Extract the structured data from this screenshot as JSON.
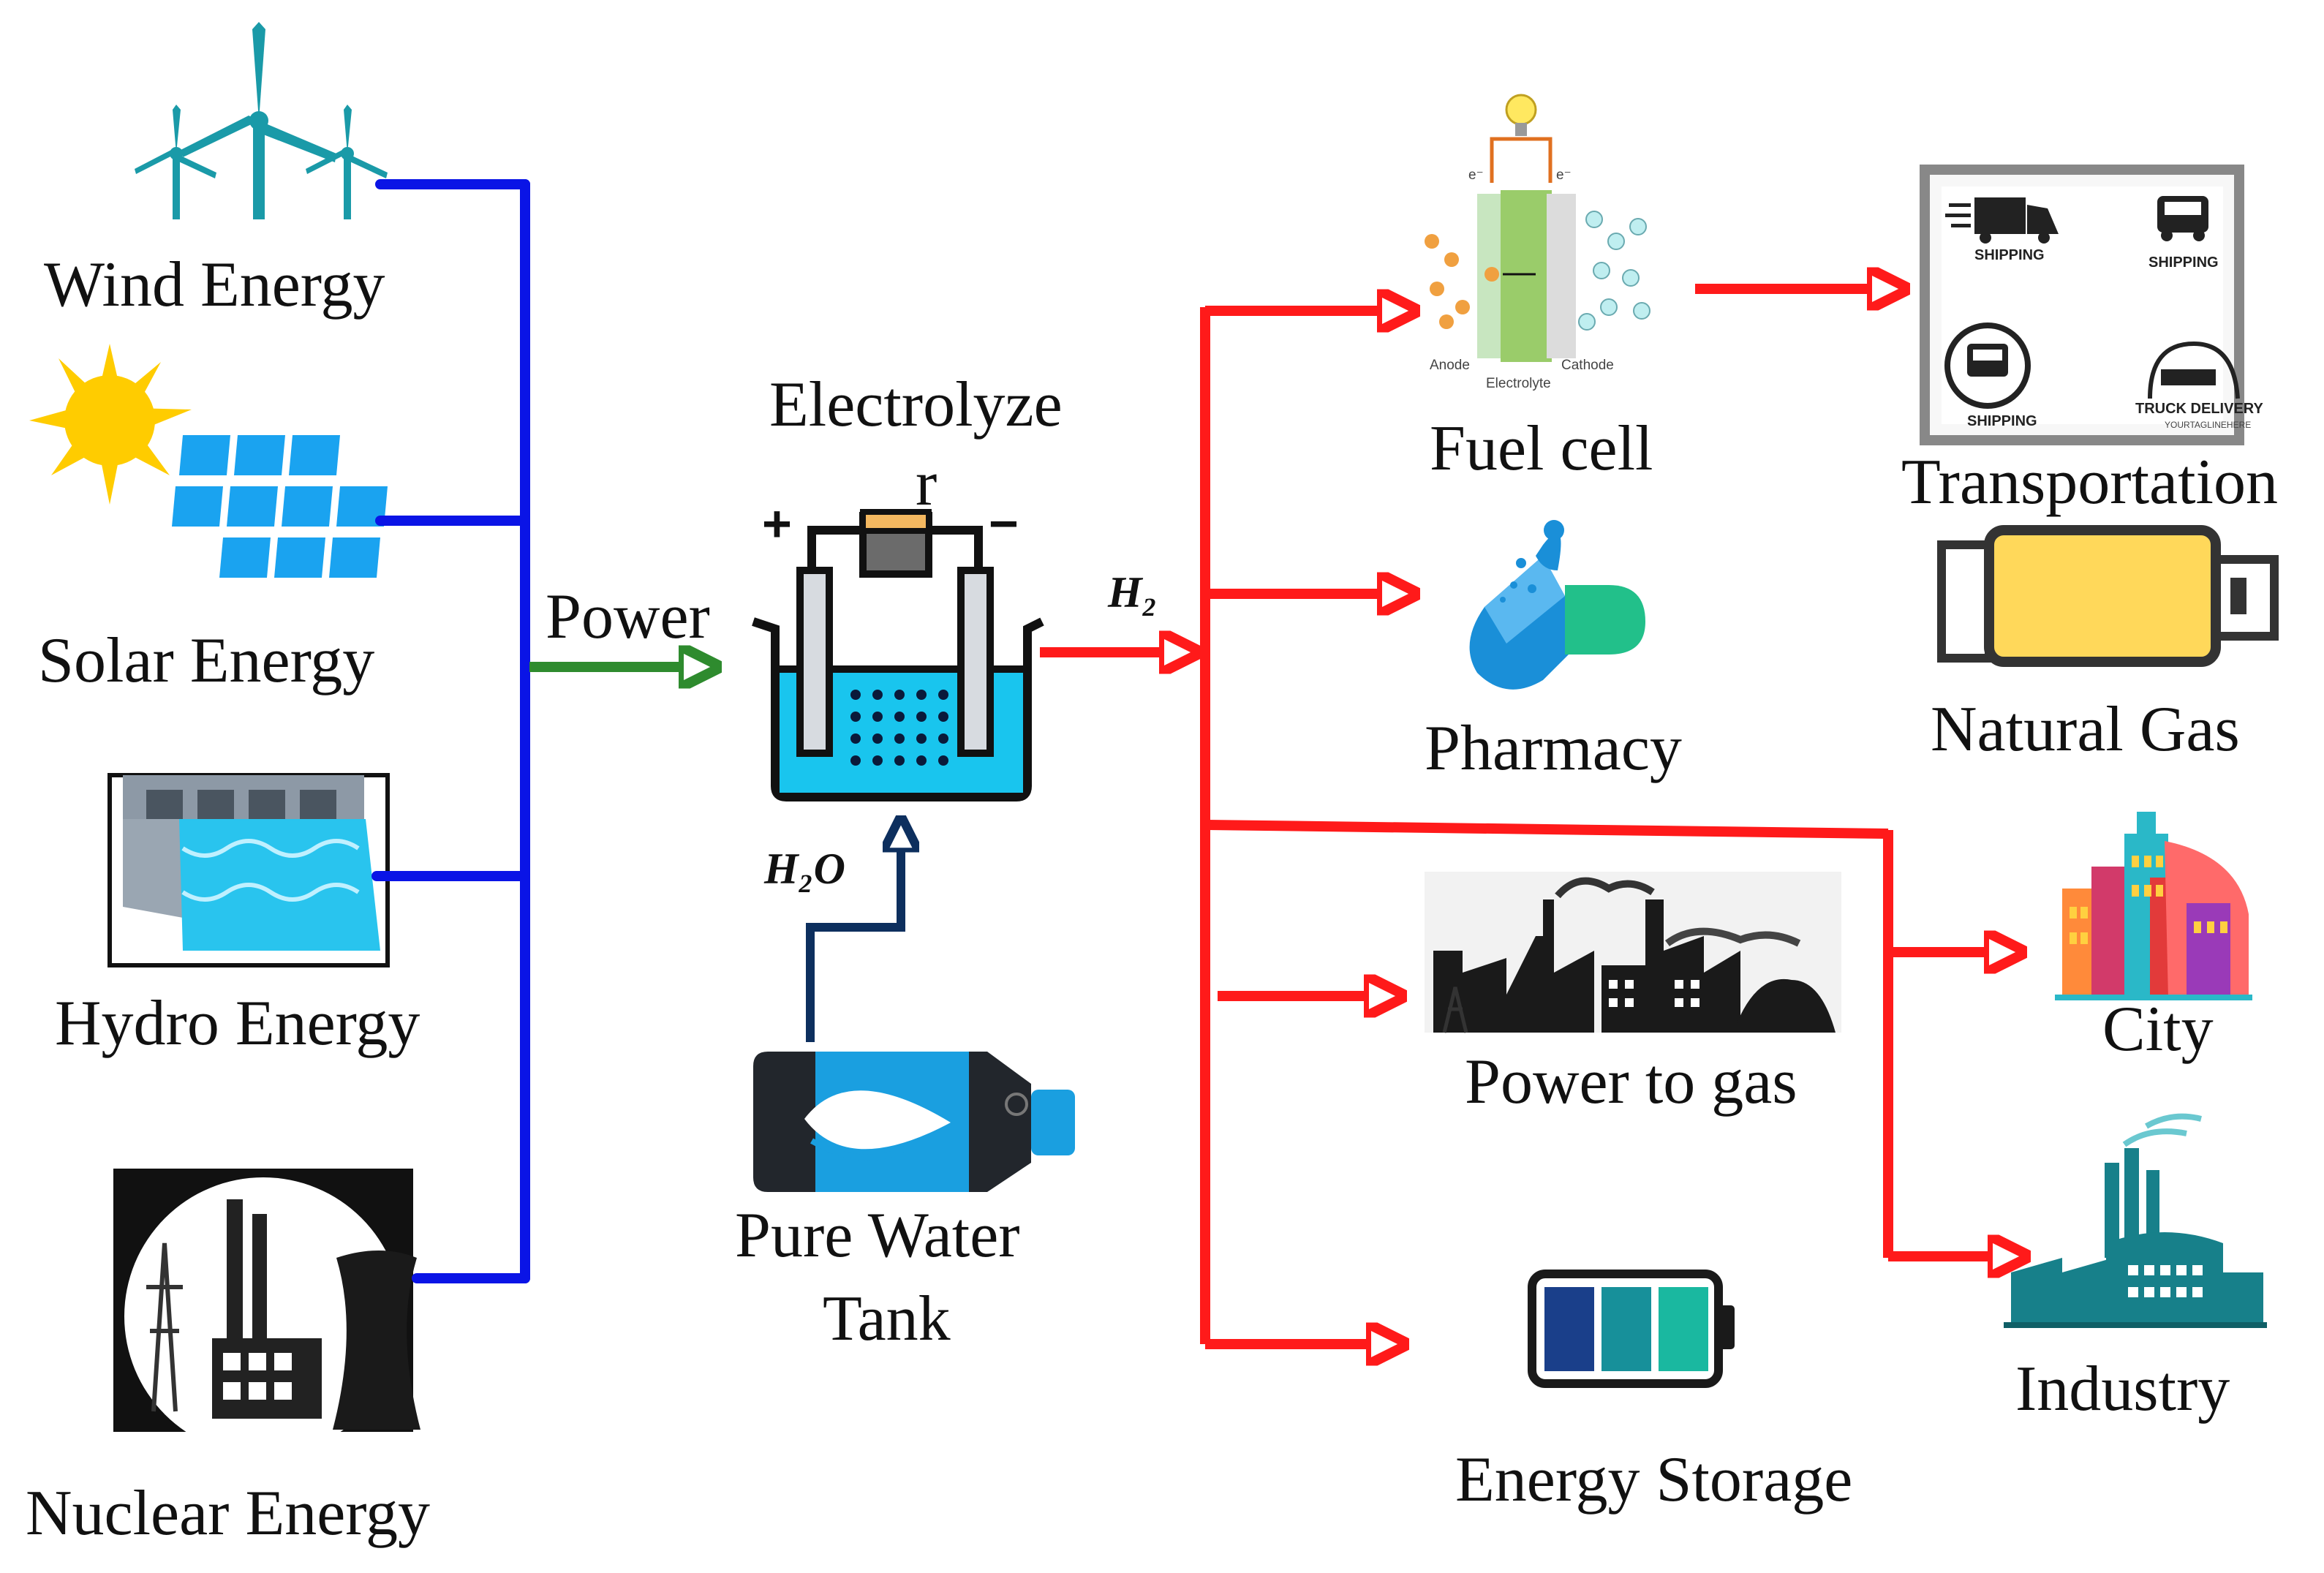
{
  "colors": {
    "source_bus": "#0a14e6",
    "power_arrow": "#2e8b2e",
    "water_arrow": "#0d2f5e",
    "hydrogen_lines": "#ff1a1a"
  },
  "sources": {
    "wind": "Wind Energy",
    "solar": "Solar Energy",
    "hydro": "Hydro Energy",
    "nuclear": "Nuclear  Energy"
  },
  "power_label": "Power",
  "electrolyzer": {
    "label_line1": "Electrolyze",
    "label_line2": "r",
    "plus": "+",
    "minus": "−"
  },
  "h2_label": "H₂",
  "h2o_label": "H₂O",
  "water_tank": {
    "line1": "Pure Water",
    "line2": "Tank"
  },
  "applications": {
    "fuel_cell": "Fuel cell",
    "pharmacy": "Pharmacy",
    "power_to_gas": "Power to gas",
    "energy_storage": "Energy Storage",
    "transportation": "Transportation",
    "natural_gas": "Natural Gas",
    "city": "City",
    "industry": "Industry"
  },
  "fuel_cell_icon": {
    "anode": "Anode",
    "electrolyte": "Electrolyte",
    "cathode": "Cathode",
    "electron_left": "e⁻",
    "electron_right": "e⁻"
  },
  "transport_icon": {
    "badge_1": "SHIPPING",
    "badge_2": "SHIPPING",
    "badge_3": "SHIPPING",
    "badge_4": "TRUCK DELIVERY",
    "tagline": "YOURTAGLINEHERE"
  }
}
